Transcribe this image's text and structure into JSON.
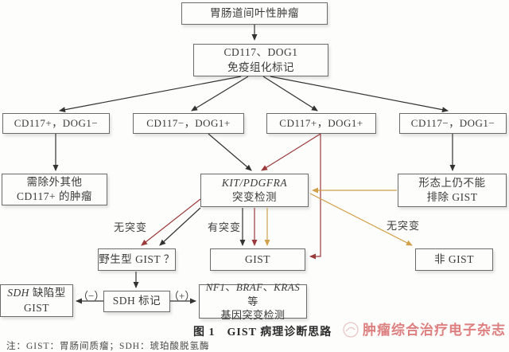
{
  "diagram": {
    "nodes": {
      "root": {
        "label": "胃肠道间叶性肿瘤"
      },
      "ihc": {
        "line1": "CD117、DOG1",
        "line2": "免疫组化标记"
      },
      "r1c1": {
        "label": "CD117+，DOG1−"
      },
      "r1c2": {
        "label": "CD117−，DOG1+"
      },
      "r1c3": {
        "label": "CD117+，DOG1+"
      },
      "r1c4": {
        "label": "CD117−，DOG1−"
      },
      "exclude": {
        "line1": "需除外其他",
        "line2": "CD117+ 的肿瘤"
      },
      "kit": {
        "line1": "KIT/PDGFRA",
        "line2": "突变检测"
      },
      "morph": {
        "line1": "形态上仍不能",
        "line2": "排除 GIST"
      },
      "wildtype": {
        "label": "野生型 GIST ？"
      },
      "gist": {
        "label": "GIST"
      },
      "nongist": {
        "label": "非 GIST"
      },
      "sdhdef": {
        "it": "SDH",
        "rest": " 缺陷型",
        "line2": "GIST"
      },
      "sdhmark": {
        "label": "SDH 标记"
      },
      "nf1": {
        "g1": "NF1",
        "s1": "、",
        "g2": "BRAF",
        "s2": "、",
        "g3": "KRAS",
        "s3": " 等",
        "line2": "基因突变检测"
      }
    },
    "edge_labels": {
      "no_mut_left": "无突变",
      "has_mut": "有突变",
      "no_mut_right": "无突变",
      "sdh_neg": "（−）",
      "sdh_pos": "（+）"
    },
    "caption": "图 1　GIST 病理诊断思路",
    "note": "注：GIST：胃肠间质瘤；SDH：琥珀酸脱氢酶",
    "watermark": "肿瘤综合治疗电子杂志",
    "colors": {
      "arrow_black": "#333333",
      "arrow_red": "#9a3a3a",
      "arrow_yellow": "#d0a14a",
      "watermark_red": "#d86a6a"
    }
  }
}
